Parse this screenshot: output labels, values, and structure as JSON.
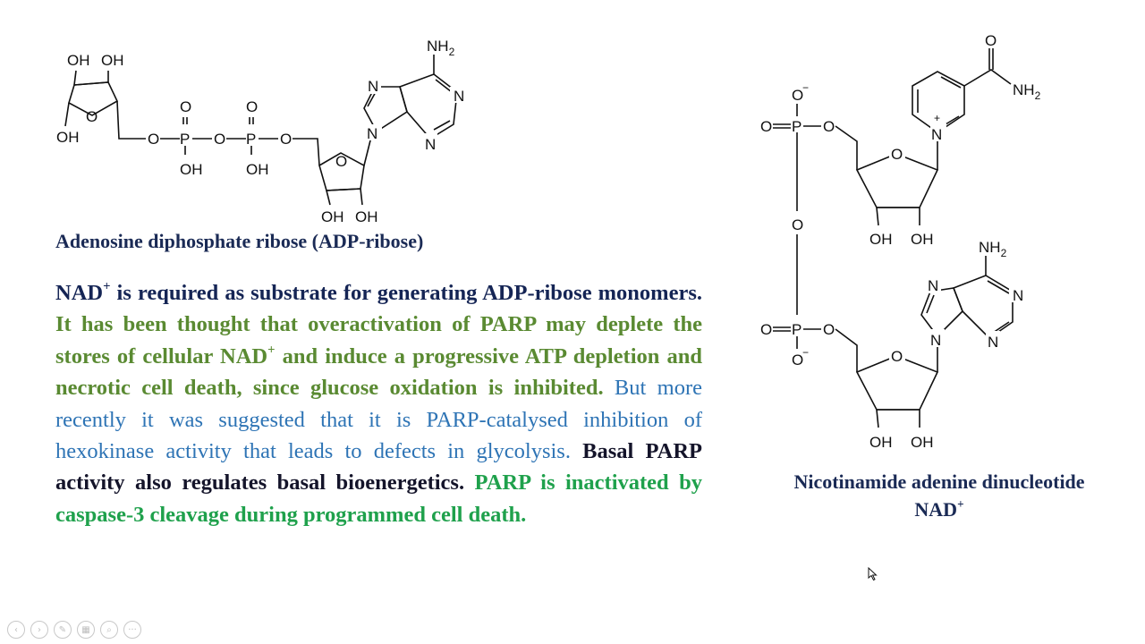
{
  "adp_structure": {
    "caption": "Adenosine diphosphate ribose (ADP-ribose)",
    "labels": {
      "nh2": "NH",
      "nh2_sub": "2",
      "oh": "OH",
      "o": "O",
      "p": "P",
      "n": "N"
    }
  },
  "nad_structure": {
    "caption_line1": "Nicotinamide adenine dinucleotide",
    "caption_line2": "NAD",
    "caption_sup": "+",
    "labels": {
      "nh2": "NH",
      "nh2_sub": "2",
      "oh": "OH",
      "o": "O",
      "o_minus": "−",
      "p": "P",
      "n": "N",
      "n_plus": "+"
    }
  },
  "body_text": {
    "s1_a": "NAD",
    "s1_sup": "+",
    "s1_b": " is required as substrate for generating ADP-ribose monomers.",
    "s2_a": " It has been thought that overactivation of PARP may deplete the stores of cellular NAD",
    "s2_sup": "+",
    "s2_b": " and induce a progressive ATP depletion and necrotic cell death, since glucose oxidation is inhibited.",
    "s3": " But more recently it was suggested that it is PARP-catalysed inhibition of hexokinase activity that leads to defects in glycolysis.",
    "s4": " Basal PARP activity also regulates basal bioenergetics.",
    "s5": " PARP is inactivated by caspase-3 cleavage during programmed cell death."
  },
  "toolbar": {
    "prev_icon": "‹",
    "next_icon": "›",
    "pen_icon": "✎",
    "slides_icon": "▦",
    "zoom_icon": "⌕",
    "more_icon": "···"
  }
}
